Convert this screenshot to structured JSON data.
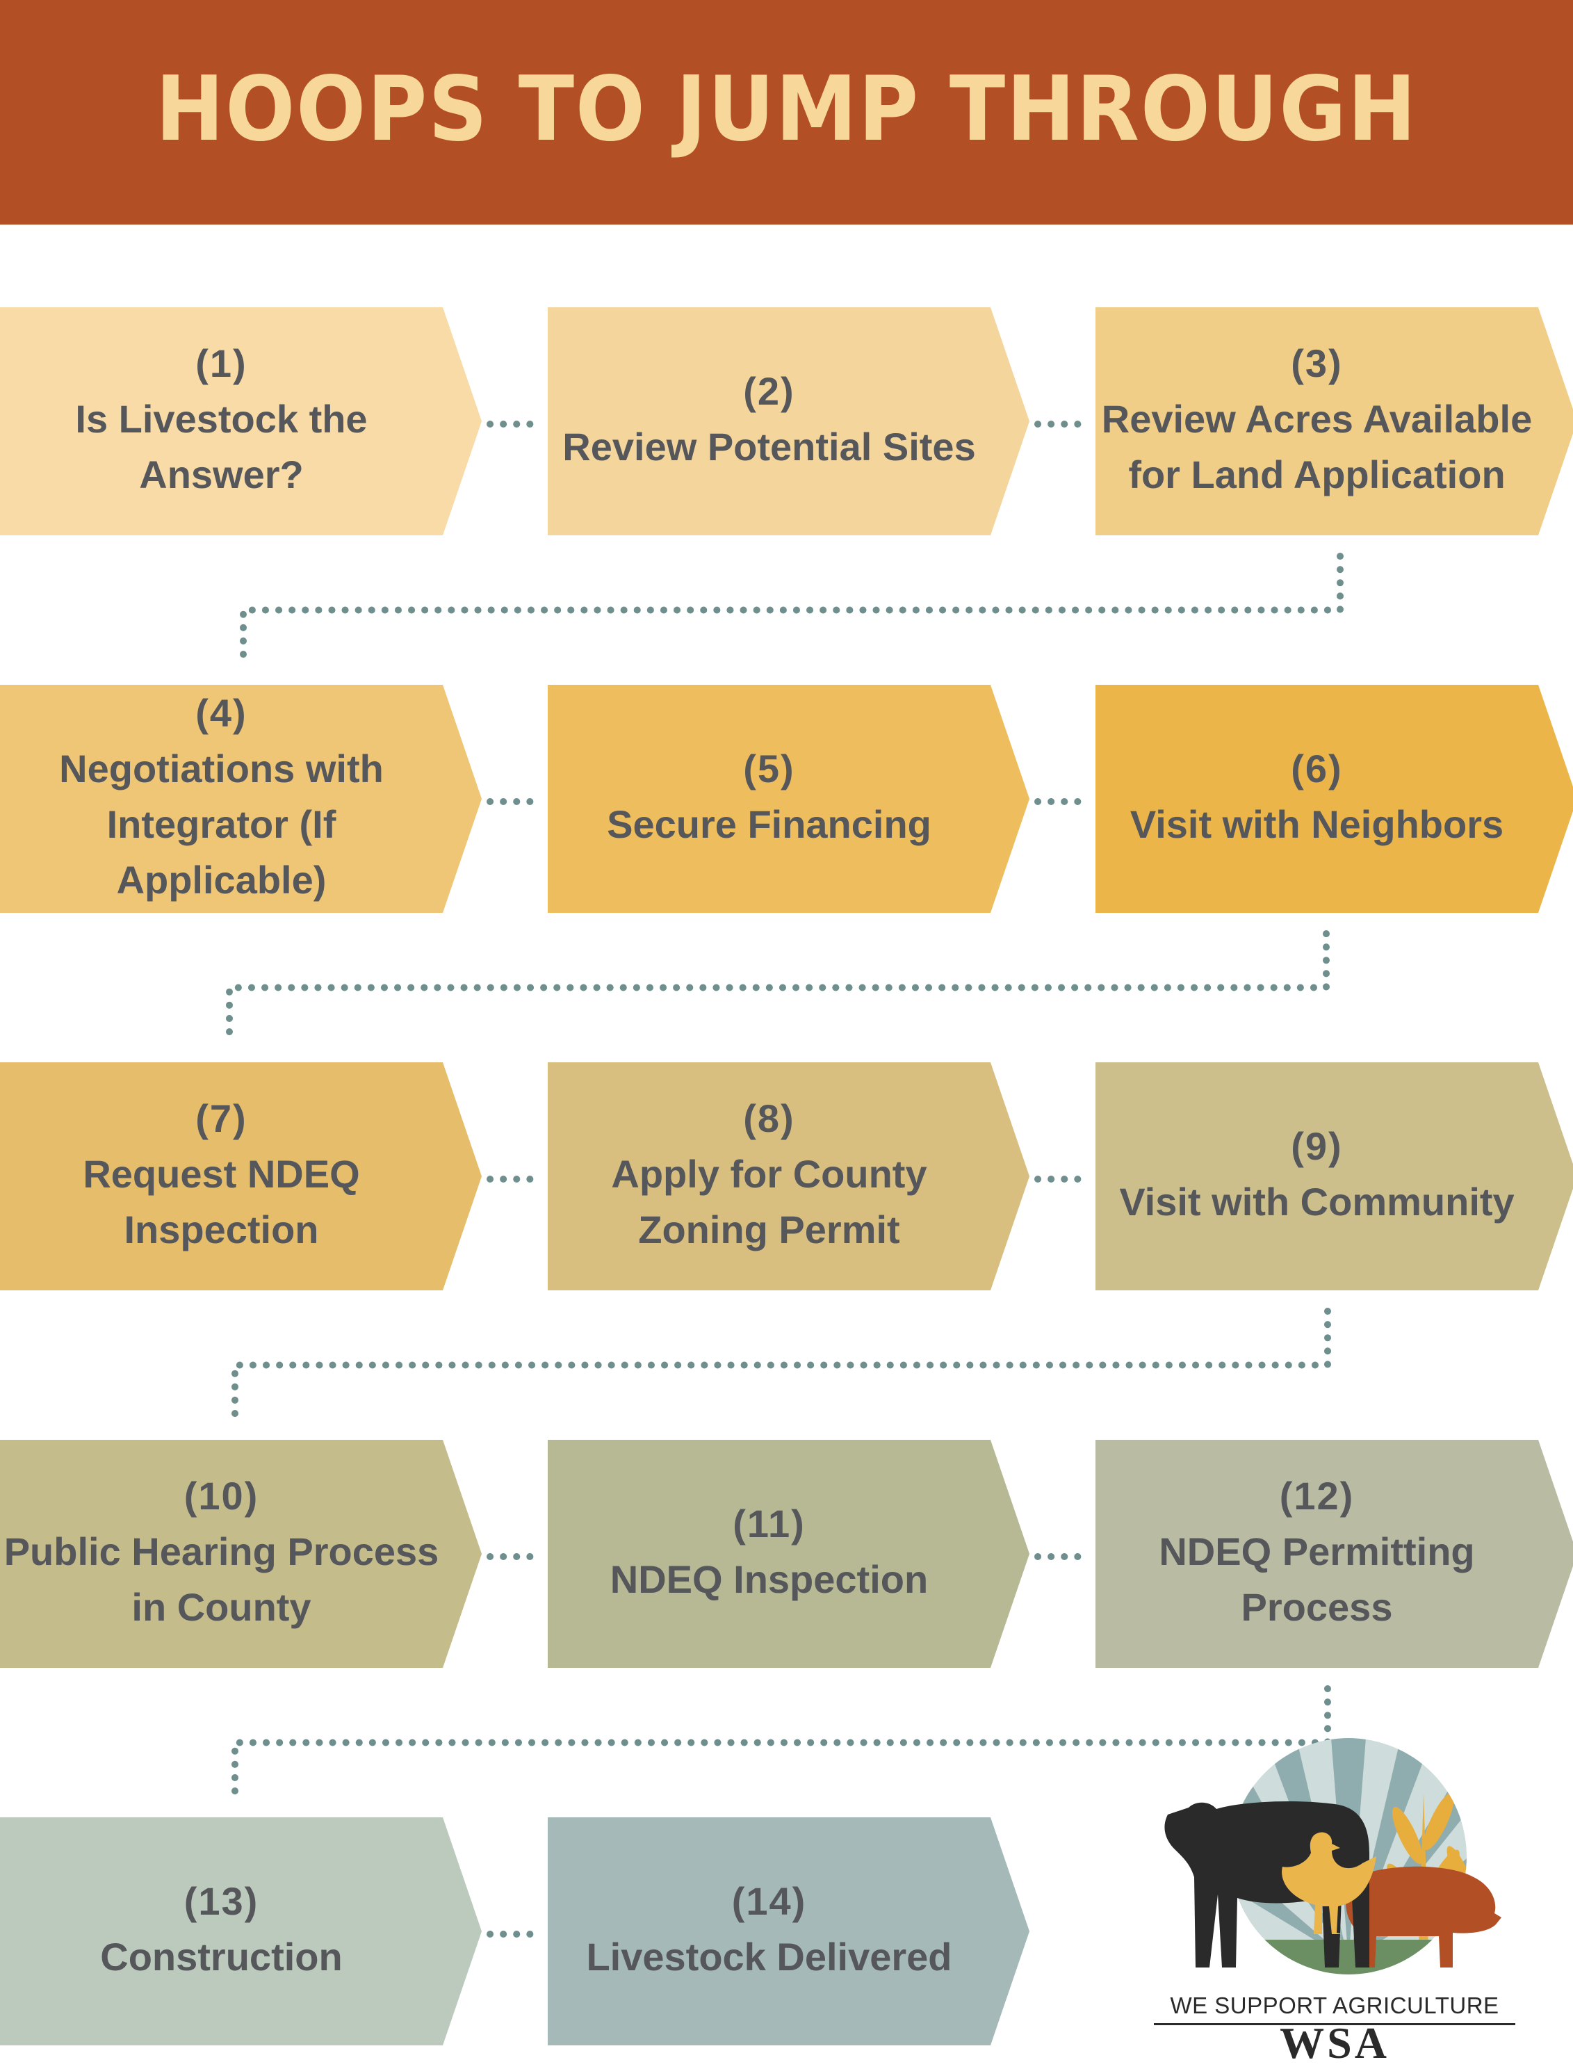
{
  "header": {
    "title": "HOOPS TO JUMP THROUGH"
  },
  "colors": {
    "header_bg": "#b34f25",
    "header_text": "#f7d79a",
    "step_text": "#55575b",
    "connector": "#6f8f8e"
  },
  "steps": [
    {
      "number": "(1)",
      "label": "Is Livestock the Answer?",
      "color": "#f8dba6"
    },
    {
      "number": "(2)",
      "label": "Review Potential Sites",
      "color": "#f4d59b"
    },
    {
      "number": "(3)",
      "label": "Review Acres Available\nfor Land Application",
      "color": "#f1ce88"
    },
    {
      "number": "(4)",
      "label": "Negotiations with\nIntegrator (If Applicable)",
      "color": "#efc676"
    },
    {
      "number": "(5)",
      "label": "Secure Financing",
      "color": "#eebd5e"
    },
    {
      "number": "(6)",
      "label": "Visit with Neighbors",
      "color": "#ebb54a"
    },
    {
      "number": "(7)",
      "label": "Request NDEQ Inspection",
      "color": "#e6bd6a"
    },
    {
      "number": "(8)",
      "label": "Apply for County\nZoning Permit",
      "color": "#d9bf7f"
    },
    {
      "number": "(9)",
      "label": "Visit with Community",
      "color": "#cdbf8b"
    },
    {
      "number": "(10)",
      "label": "Public Hearing Process\nin County",
      "color": "#c5bc8c"
    },
    {
      "number": "(11)",
      "label": "NDEQ Inspection",
      "color": "#b7b995"
    },
    {
      "number": "(12)",
      "label": "NDEQ Permitting Process",
      "color": "#b9bca3"
    },
    {
      "number": "(13)",
      "label": "Construction",
      "color": "#bccabd"
    },
    {
      "number": "(14)",
      "label": "Livestock Delivered",
      "color": "#a5b9b8"
    }
  ],
  "logo": {
    "tagline": "WE SUPPORT AGRICULTURE",
    "abbreviation": "WSA",
    "icon": "farm-animals-logo-icon"
  }
}
